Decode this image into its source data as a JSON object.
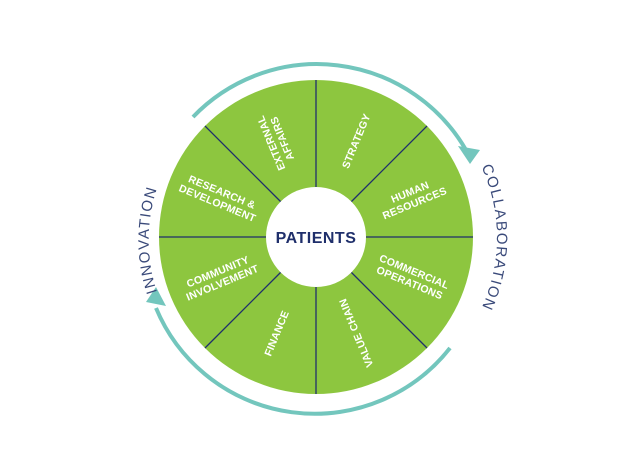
{
  "colors": {
    "wheel_green": "#8dc63f",
    "divider": "#1f2f6b",
    "arrow_teal": "#73c6bd",
    "center_text": "#1f2f6b",
    "arc_text": "#3a4a7a"
  },
  "center": {
    "label": "PATIENTS"
  },
  "arcs": {
    "left": "INNOVATION",
    "right": "COLLABORATION"
  },
  "segments": [
    {
      "lines": [
        "STRATEGY"
      ]
    },
    {
      "lines": [
        "HUMAN",
        "RESOURCES"
      ]
    },
    {
      "lines": [
        "COMMERCIAL",
        "OPERATIONS"
      ]
    },
    {
      "lines": [
        "VALUE CHAIN"
      ]
    },
    {
      "lines": [
        "FINANCE"
      ]
    },
    {
      "lines": [
        "COMMUNITY",
        "INVOLVEMENT"
      ]
    },
    {
      "lines": [
        "RESEARCH &",
        "DEVELOPMENT"
      ]
    },
    {
      "lines": [
        "EXTERNAL",
        "AFFAIRS"
      ]
    }
  ]
}
